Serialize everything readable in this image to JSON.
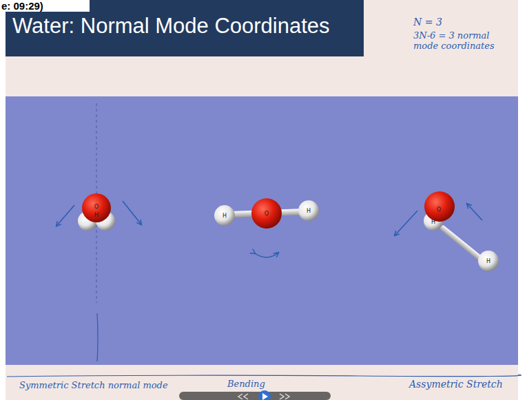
{
  "diagram": {
    "title": "Water: Normal Mode Coordinates",
    "labels": [
      "e: 09:29)",
      "N = 3",
      "3N-6 = 3 normal mode coordinates",
      "O",
      "H",
      "H",
      "O",
      "H",
      "O",
      "H",
      "H",
      "Symmetric Stretch normal mode",
      "Bending",
      "Assymetric Stretch"
    ]
  }
}
